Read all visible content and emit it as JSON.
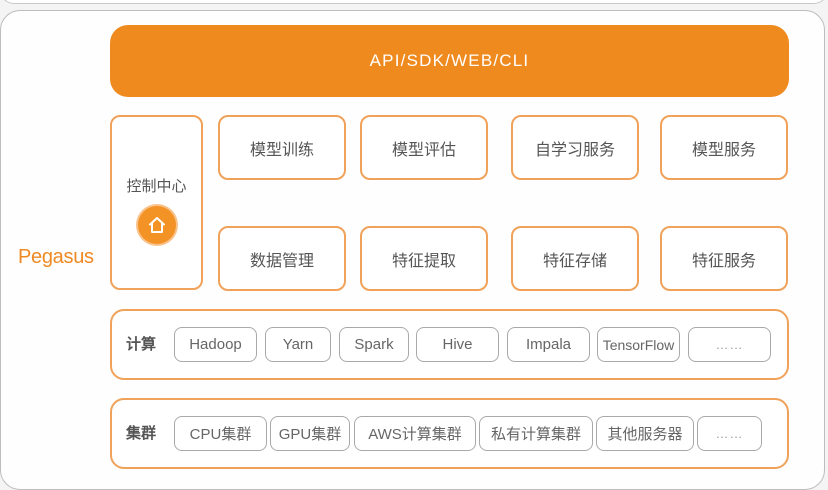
{
  "diagram": {
    "product_name": "Pegasus",
    "banner": {
      "label": "API/SDK/WEB/CLI",
      "color": "#ef8a1f"
    },
    "control_center": {
      "label": "控制中心",
      "icon": "home-icon"
    },
    "functions": {
      "row1": [
        {
          "label": "模型训练"
        },
        {
          "label": "模型评估"
        },
        {
          "label": "自学习服务"
        },
        {
          "label": "模型服务"
        }
      ],
      "row2": [
        {
          "label": "数据管理"
        },
        {
          "label": "特征提取"
        },
        {
          "label": "特征存储"
        },
        {
          "label": "特征服务"
        }
      ]
    },
    "compute": {
      "label": "计算",
      "items": [
        "Hadoop",
        "Yarn",
        "Spark",
        "Hive",
        "Impala",
        "TensorFlow",
        "……"
      ]
    },
    "cluster": {
      "label": "集群",
      "items": [
        "CPU集群",
        "GPU集群",
        "AWS计算集群",
        "私有计算集群",
        "其他服务器",
        "……"
      ]
    },
    "colors": {
      "accent": "#ef8a1f",
      "box_border": "#f0a25a",
      "chip_border": "#a9a9a9",
      "text": "#555555"
    }
  }
}
